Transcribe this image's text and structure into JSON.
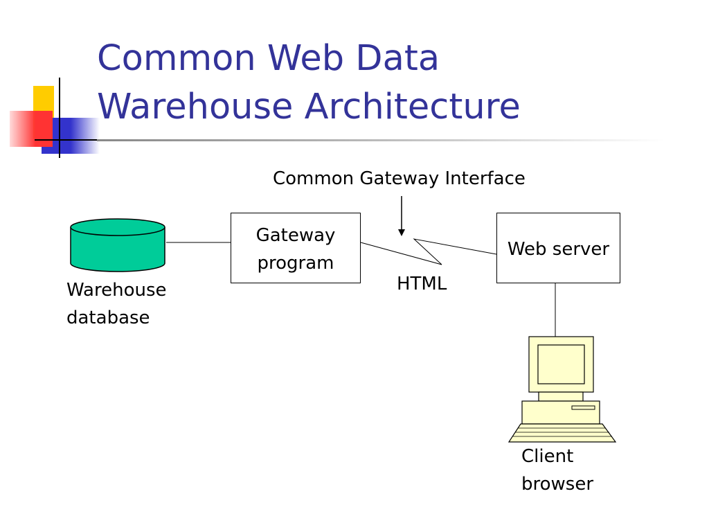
{
  "title": {
    "line1": "Common Web Data",
    "line2": "Warehouse Architecture"
  },
  "diagram": {
    "cgi_label": "Common Gateway Interface",
    "html_label": "HTML",
    "gateway_box": {
      "line1": "Gateway",
      "line2": "program"
    },
    "web_server_box": {
      "label": "Web server"
    },
    "warehouse_label": {
      "line1": "Warehouse",
      "line2": "database"
    },
    "client_label": {
      "line1": "Client",
      "line2": "browser"
    }
  },
  "colors": {
    "title": "#333399",
    "cylinder_fill": "#00cc99",
    "computer_fill": "#ffffcc",
    "accent_yellow": "#ffcc00",
    "accent_red": "#ff3333",
    "accent_blue": "#3333cc"
  },
  "icons": {
    "decoration": "corner-squares-icon",
    "database": "database-cylinder-icon",
    "computer": "desktop-computer-icon"
  }
}
